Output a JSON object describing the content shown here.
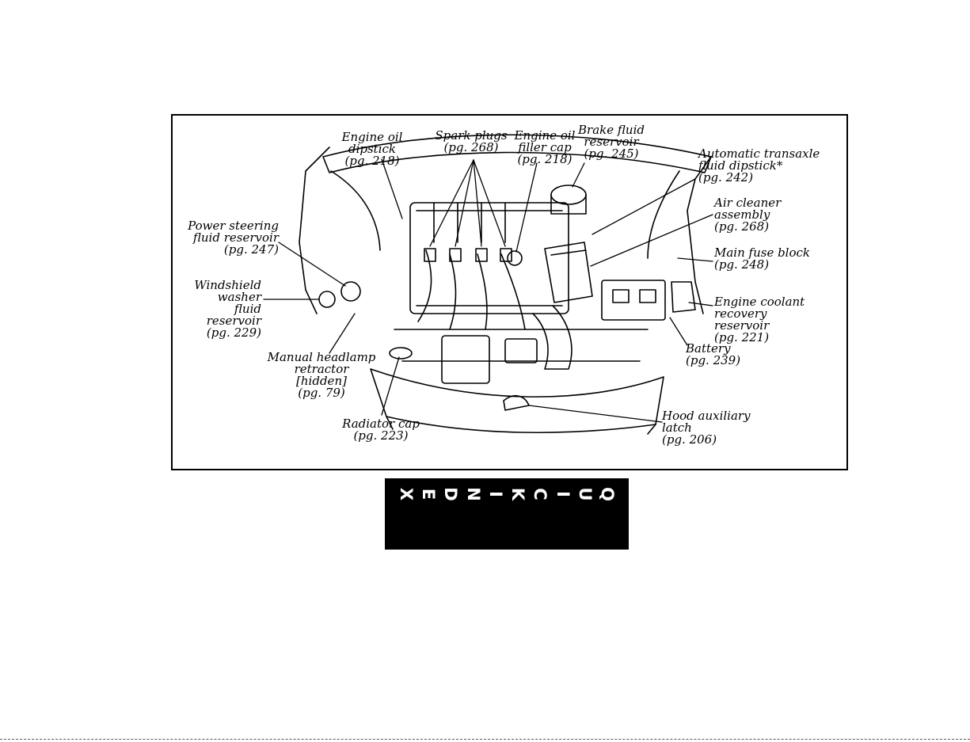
{
  "diagram": {
    "labels": {
      "engine_oil_dipstick": "Engine oil dipstick\n(pg. 218)",
      "spark_plugs": "Spark plugs\n(pg. 268)",
      "engine_oil_filler_cap": "Engine oil\nfiller cap\n(pg. 218)",
      "brake_fluid_reservoir": "Brake fluid\nreservoir\n(pg. 245)",
      "automatic_transaxle_fluid_dipstick": "Automatic transaxle\nfluid dipstick*\n(pg. 242)",
      "air_cleaner_assembly": "Air cleaner\nassembly\n(pg. 268)",
      "main_fuse_block": "Main fuse block\n(pg. 248)",
      "engine_coolant_recovery_reservoir": "Engine coolant\nrecovery reservoir\n(pg. 221)",
      "battery": "Battery\n(pg. 239)",
      "hood_auxiliary_latch": "Hood auxiliary\nlatch\n(pg. 206)",
      "radiator_cap": "Radiator cap\n(pg. 223)",
      "manual_headlamp_retractor": "Manual headlamp\nretractor\n[hidden]\n(pg. 79)",
      "windshield_washer_fluid_reservoir": "Windshield\nwasher fluid\nreservoir\n(pg. 229)",
      "power_steering_fluid_reservoir": "Power steering\nfluid reservoir\n(pg. 247)"
    }
  },
  "quick_index": {
    "letters": [
      "X",
      "E",
      "D",
      "N",
      "I",
      "K",
      "C",
      "I",
      "U",
      "Q"
    ]
  }
}
